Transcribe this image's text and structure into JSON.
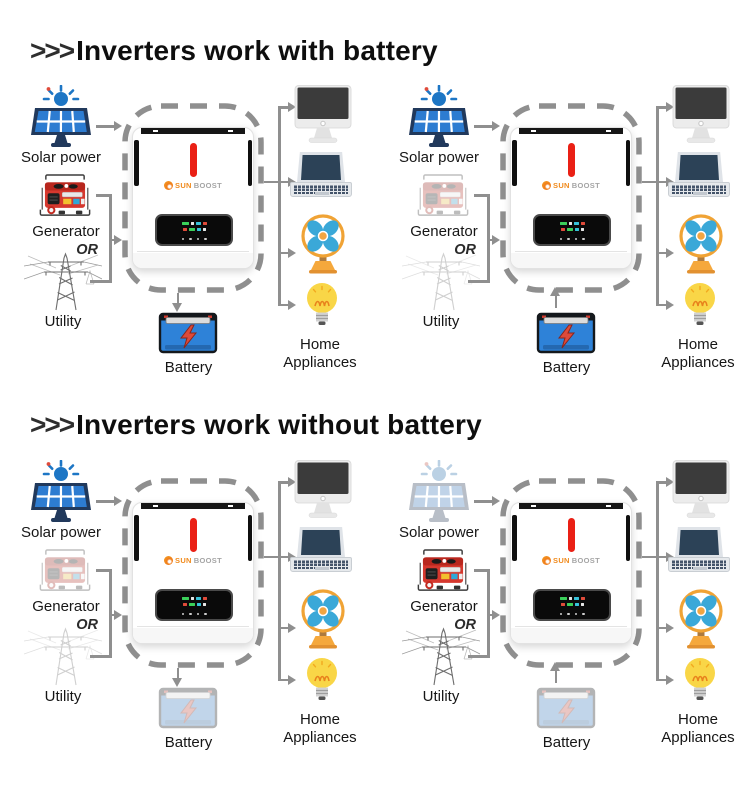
{
  "titles": [
    {
      "arrows": ">>>",
      "text": "Inverters work with battery"
    },
    {
      "arrows": ">>>",
      "text": "Inverters work without battery"
    }
  ],
  "labels": {
    "solar": "Solar power",
    "generator": "Generator",
    "or": "OR",
    "utility": "Utility",
    "battery": "Battery",
    "home_line1": "Home",
    "home_line2": "Appliances"
  },
  "brand": {
    "sun": "SUN",
    "boost": "BOOST"
  },
  "colors": {
    "title_black": "#0e0e0e",
    "arrow_gray": "#8f8f8f",
    "dashed_border_gray": "#8f8f8f",
    "inverter_led_red": "#ea2015",
    "brand_orange": "#f08a1c",
    "solar_blue": "#2d7cd1",
    "solar_frame_navy": "#21395c",
    "generator_red": "#d6382e",
    "battery_blue": "#2e82d8",
    "bolt_red": "#dd4a3a",
    "fan_blue": "#3aa8d8",
    "fan_orange": "#f0a335",
    "bulb_yellow": "#f9d647",
    "laptop_screen_navy": "#2c4257",
    "monitor_screen_gray": "#3b3b3b"
  },
  "diagrams": [
    {
      "section": 0,
      "solar_faded": false,
      "generator_faded": false,
      "utility_faded": false,
      "battery_faded": false,
      "battery_arrow": "down"
    },
    {
      "section": 0,
      "solar_faded": false,
      "generator_faded": true,
      "utility_faded": true,
      "battery_faded": false,
      "battery_arrow": "up"
    },
    {
      "section": 1,
      "solar_faded": false,
      "generator_faded": true,
      "utility_faded": true,
      "battery_faded": true,
      "battery_arrow": "down"
    },
    {
      "section": 1,
      "solar_faded": true,
      "generator_faded": false,
      "utility_faded": false,
      "battery_faded": true,
      "battery_arrow": "up"
    }
  ]
}
